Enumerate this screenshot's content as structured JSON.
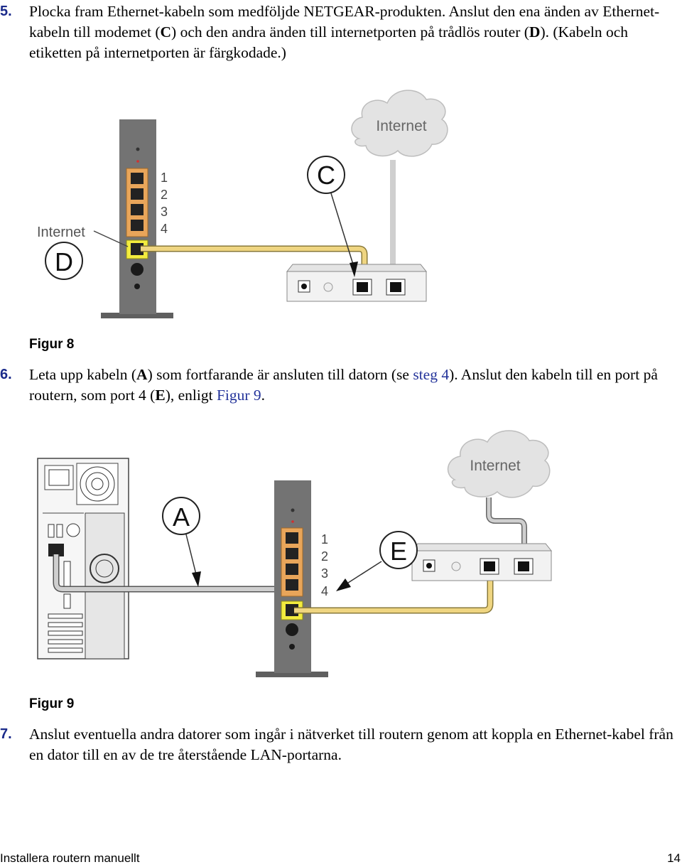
{
  "step5": {
    "number": "5.",
    "t1": "Plocka fram Ethernet-kabeln som medföljde NETGEAR-produkten. Anslut den ena änden av Ethernet-kabeln till modemet (",
    "t2": "C",
    "t3": ") och den andra änden till internetporten på trådlös router (",
    "t4": "D",
    "t5": "). (Kabeln och etiketten på internetporten är färgkodade.)"
  },
  "figure8": {
    "caption": "Figur 8",
    "cloud_label": "Internet",
    "internet_port_label": "Internet",
    "label_c": "C",
    "label_d": "D",
    "port_numbers": [
      "1",
      "2",
      "3",
      "4"
    ]
  },
  "step6": {
    "number": "6.",
    "t1": "Leta upp kabeln (",
    "t2": "A",
    "t3": ") som fortfarande är ansluten till datorn (se ",
    "link1": "steg 4",
    "t4": "). Anslut den kabeln till en port på routern, som port 4 (",
    "t5": "E",
    "t6": "), enligt ",
    "link2": "Figur 9",
    "t7": "."
  },
  "figure9": {
    "caption": "Figur 9",
    "cloud_label": "Internet",
    "label_a": "A",
    "label_e": "E",
    "port_numbers": [
      "1",
      "2",
      "3",
      "4"
    ]
  },
  "step7": {
    "number": "7.",
    "text": "Anslut eventuella andra datorer som ingår i nätverket till routern genom att koppla en Ethernet-kabel från en dator till en av de tre återstående LAN-portarna."
  },
  "footer": {
    "title": "Installera routern manuellt",
    "page": "14"
  },
  "colors": {
    "router_body": "#6e6e6e",
    "lan_port": "#e0a050",
    "internet_port": "#f2ec3c",
    "yellow_cable": "#ecd27a",
    "gray_cable": "#c9c9c9",
    "link": "#23339a"
  }
}
